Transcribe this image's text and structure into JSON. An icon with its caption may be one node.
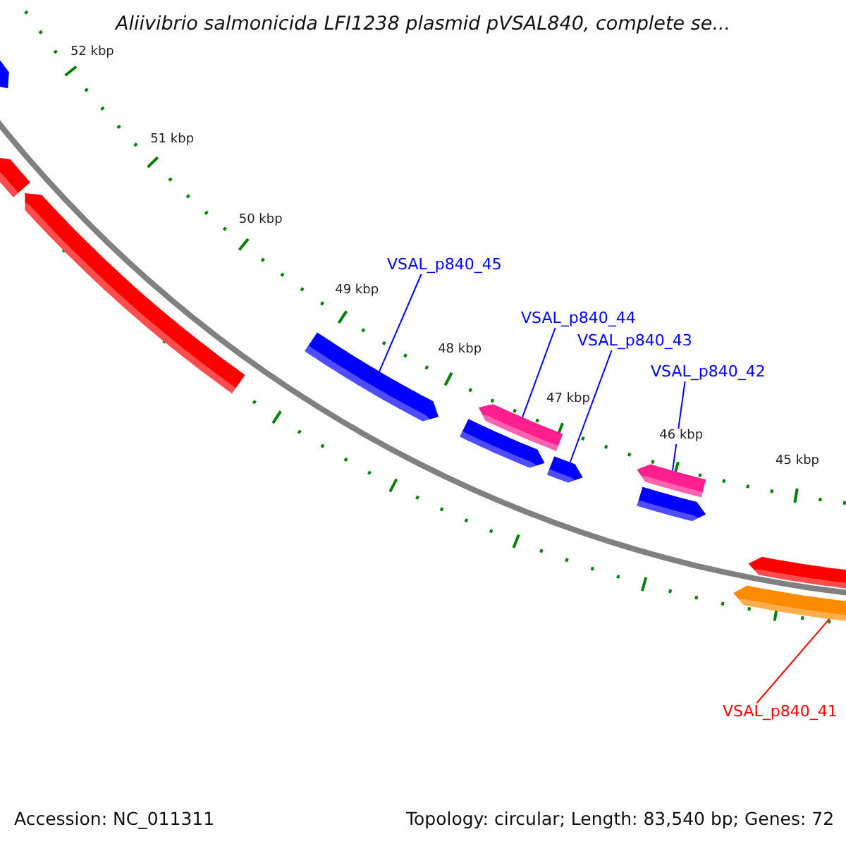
{
  "diagram": {
    "title": "Aliivibrio salmonicida LFI1238 plasmid pVSAL840, complete se...",
    "nodes": [
      {
        "text": [
          "VSAL_p840_45"
        ]
      },
      {
        "text": [],
        "shape": "arrow"
      },
      {
        "text": [
          "VSAL_p840_44"
        ]
      },
      {
        "text": [],
        "shape": "arrow"
      },
      {
        "text": [
          "VSAL_p840_43"
        ]
      },
      {
        "text": [],
        "shape": "arrow"
      },
      {
        "text": [
          "VSAL_p840_42"
        ]
      },
      {
        "text": [],
        "shape": "arrow"
      },
      {
        "text": [
          "VSAL_p840_41"
        ]
      },
      {
        "text": [],
        "shape": "arrow"
      },
      {
        "text": [],
        "shape": "arrow"
      },
      {
        "text": [],
        "shape": "arrow"
      },
      {
        "text": [],
        "shape": "arrow"
      },
      {
        "text": [],
        "shape": "arrow"
      },
      {
        "text": [],
        "shape": "arrow"
      },
      {
        "text": [],
        "shape": "arrow"
      }
    ],
    "edges": [
      {
        "from": 0,
        "to": 1,
        "arrow": "none"
      },
      {
        "from": 2,
        "to": 3,
        "arrow": "none"
      },
      {
        "from": 4,
        "to": 5,
        "arrow": "none"
      },
      {
        "from": 6,
        "to": 7,
        "arrow": "none"
      },
      {
        "from": 8,
        "to": 9,
        "arrow": "none",
        "color": "#ff0000"
      }
    ],
    "labels": [
      "52 kbp",
      "51 kbp",
      "50 kbp",
      "49 kbp",
      "48 kbp",
      "47 kbp",
      "46 kbp",
      "45 kbp",
      "Accession: NC_011311",
      "Topology: circular; Length: 83,540 bp; Genes: 72"
    ]
  }
}
